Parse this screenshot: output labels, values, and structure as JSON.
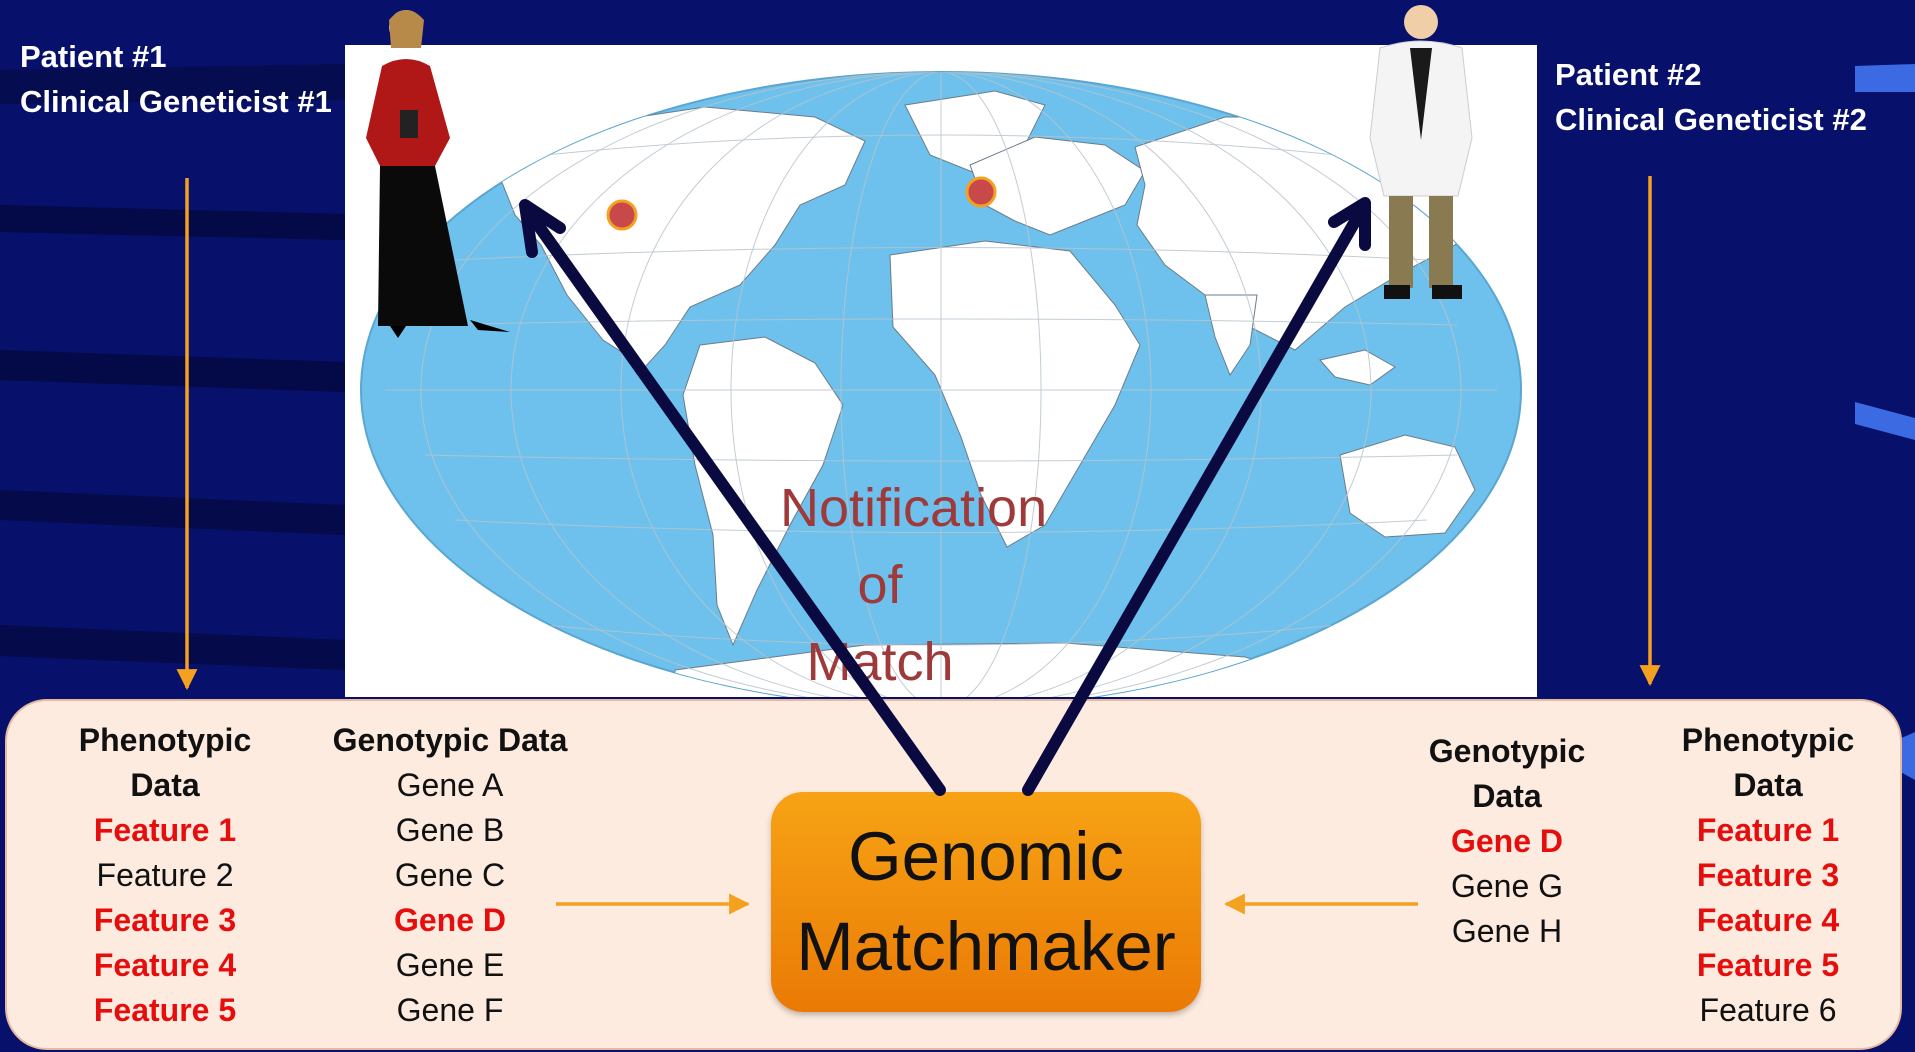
{
  "patient_1": {
    "line1": "Patient #1",
    "line2": "Clinical Geneticist #1",
    "phenotypic": {
      "header_1": "Phenotypic",
      "header_2": "Data",
      "items": [
        {
          "label": "Feature 1",
          "matched": true
        },
        {
          "label": "Feature 2",
          "matched": false
        },
        {
          "label": "Feature 3",
          "matched": true
        },
        {
          "label": "Feature 4",
          "matched": true
        },
        {
          "label": "Feature 5",
          "matched": true
        }
      ]
    },
    "genotypic": {
      "header": "Genotypic Data",
      "items": [
        {
          "label": "Gene A",
          "matched": false
        },
        {
          "label": "Gene B",
          "matched": false
        },
        {
          "label": "Gene C",
          "matched": false
        },
        {
          "label": "Gene D",
          "matched": true
        },
        {
          "label": "Gene E",
          "matched": false
        },
        {
          "label": "Gene F",
          "matched": false
        }
      ]
    }
  },
  "patient_2": {
    "line1": "Patient #2",
    "line2": "Clinical Geneticist #2",
    "genotypic": {
      "header_1": "Genotypic",
      "header_2": "Data",
      "items": [
        {
          "label": "Gene D",
          "matched": true
        },
        {
          "label": "Gene G",
          "matched": false
        },
        {
          "label": "Gene H",
          "matched": false
        }
      ]
    },
    "phenotypic": {
      "header_1": "Phenotypic",
      "header_2": "Data",
      "items": [
        {
          "label": "Feature 1",
          "matched": true
        },
        {
          "label": "Feature 3",
          "matched": true
        },
        {
          "label": "Feature 4",
          "matched": true
        },
        {
          "label": "Feature 5",
          "matched": true
        },
        {
          "label": "Feature 6",
          "matched": false
        }
      ]
    }
  },
  "matchmaker": {
    "line1": "Genomic",
    "line2": "Matchmaker"
  },
  "notification": {
    "line1": "Notification",
    "line2": "of",
    "line3": "Match"
  },
  "colors": {
    "background": "#07106a",
    "match_highlight": "#e60d0d",
    "flow_arrow": "#f4a020",
    "notification_arrow": "#0a0a40",
    "ocean": "#6ec1ec",
    "matchmaker_box": "#f39110",
    "notification_text": "#9e3a3a",
    "location_marker": "#c8494a"
  },
  "icons": [
    "world-map-icon",
    "woman-geneticist-icon",
    "doctor-geneticist-icon",
    "location-marker-icon"
  ]
}
